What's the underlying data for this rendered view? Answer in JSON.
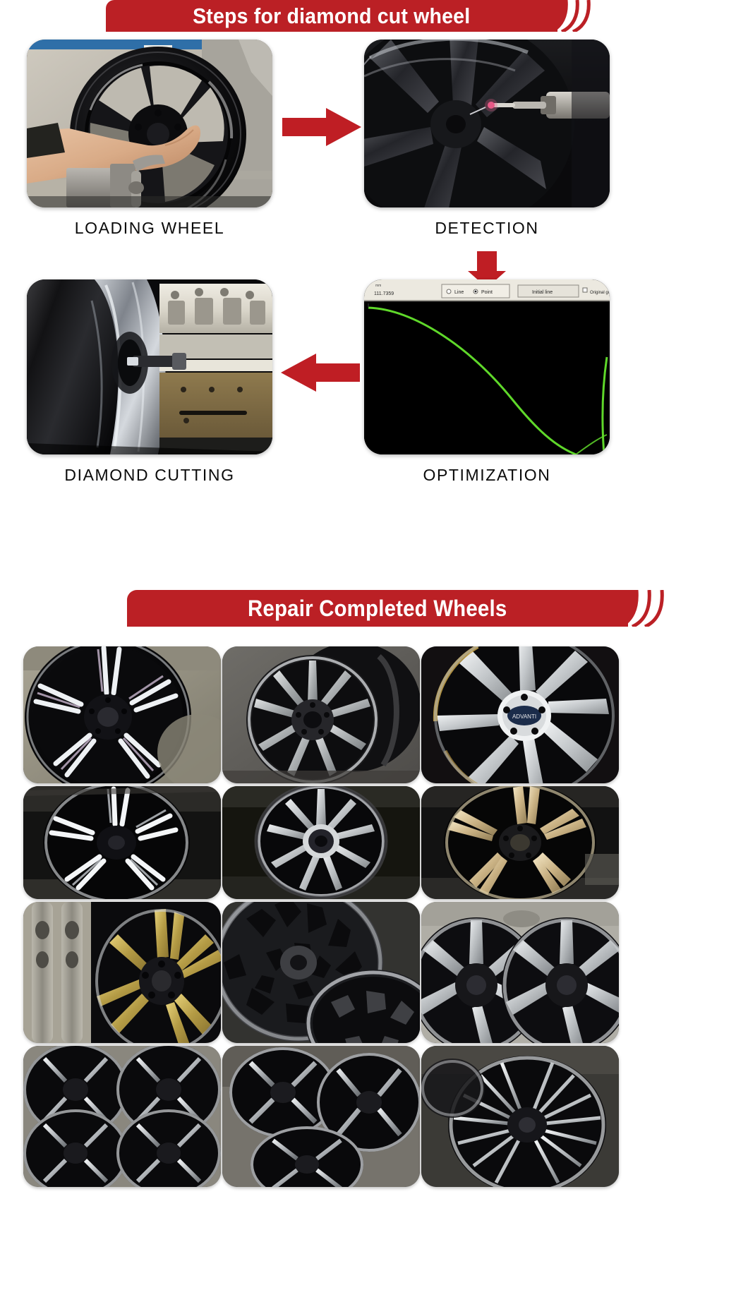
{
  "theme": {
    "banner_red": "#bb2025",
    "arrow_red": "#bf1e24",
    "banner_text_color": "#ffffff",
    "label_color": "#0a0a0a",
    "page_background": "#ffffff"
  },
  "sections": [
    {
      "id": "steps",
      "banner": "Steps for diamond cut wheel"
    },
    {
      "id": "gallery",
      "banner": "Repair Completed Wheels"
    }
  ],
  "steps": [
    {
      "key": "loading",
      "label": "LOADING WHEEL",
      "description": "Operator mounting a black alloy wheel onto the CNC lathe chuck"
    },
    {
      "key": "detection",
      "label": "DETECTION",
      "description": "Probe stylus measuring the wheel face profile inside the machine"
    },
    {
      "key": "cutting",
      "label": "DIAMOND CUTTING",
      "description": "Diamond cutting tool skimming the rim face on the lathe"
    },
    {
      "key": "optimization",
      "label": "OPTIMIZATION",
      "description": "Control software screen showing the scanned green profile curve"
    }
  ],
  "arrows": [
    {
      "key": "arrow-loading-to-detection",
      "direction": "right"
    },
    {
      "key": "arrow-detection-to-optimization",
      "direction": "down"
    },
    {
      "key": "arrow-optimization-to-cutting",
      "direction": "left"
    }
  ],
  "optimization_screen": {
    "readout": "111.7359",
    "radio_line": "Line",
    "radio_point": "Point",
    "radio_selected": "Point",
    "button_initial_line": "Initial line",
    "checkbox_original_graph": "Original graph",
    "curve_color": "#5fd82a",
    "screen_background": "#000000",
    "toolbar_background": "#ece9e0"
  },
  "gallery": {
    "columns": 3,
    "rows": 4,
    "items": [
      {
        "key": "wheel-1",
        "description": "Split five-spoke black wheel with polished diamond-cut faces"
      },
      {
        "key": "wheel-2",
        "description": "Ten-spoke silver machined face wheel on grey floor"
      },
      {
        "key": "wheel-3",
        "description": "Seven twin-spoke black and machined wheel with centre cap badge"
      },
      {
        "key": "wheel-4",
        "description": "Black multi-spoke wheel with bright machined spoke highlights"
      },
      {
        "key": "wheel-5",
        "description": "Ten-spoke machined wheel standing on shop floor"
      },
      {
        "key": "wheel-6",
        "description": "Five double-spoke wheel with bronze tinted machined finish"
      },
      {
        "key": "wheel-7",
        "description": "Bare spoke sections and gold accented machined wheel"
      },
      {
        "key": "wheel-8",
        "description": "Mesh pattern wheel face beside a second rim"
      },
      {
        "key": "wheel-9",
        "description": "Pair of five-spoke silver machined wheels"
      },
      {
        "key": "wheel-10",
        "description": "Stack of multi-spoke black and polished wheels"
      },
      {
        "key": "wheel-11",
        "description": "Group of machined face wheels leaning together"
      },
      {
        "key": "wheel-12",
        "description": "Cluster of fine multi-spoke polished wheels"
      }
    ]
  }
}
